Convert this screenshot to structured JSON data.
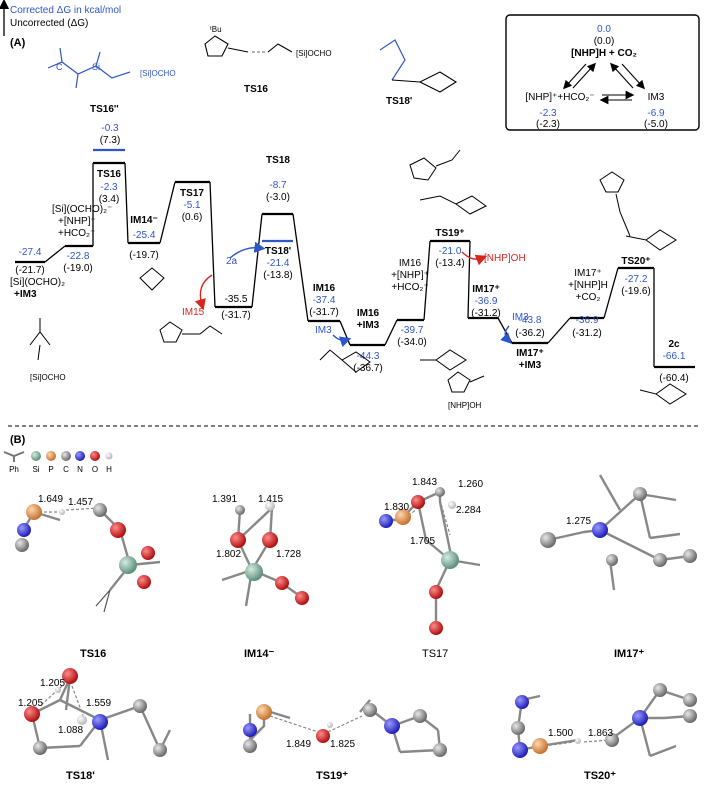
{
  "legend": {
    "corrected": "Corrected ΔG in kcal/mol",
    "uncorrected": "Uncorrected (ΔG)"
  },
  "panel_a_label": "(A)",
  "panel_b_label": "(B)",
  "inset": {
    "top_corr": "0.0",
    "top_unc": "(0.0)",
    "top_label": "[NHP]H + CO₂",
    "left_label": "[NHP]⁺+HCO₂⁻",
    "left_corr": "-2.3",
    "left_unc": "(-2.3)",
    "right_label": "IM3",
    "right_corr": "-6.9",
    "right_unc": "(-5.0)"
  },
  "top_struct_labels": {
    "ts16pp": "TS16''",
    "ts16": "TS16",
    "ts18p": "TS18'",
    "silabel": "[Si]OCHO",
    "silabel2": "[Si]OCHO"
  },
  "profile": {
    "ts16pp_corr": "-0.3",
    "ts16pp_unc": "(7.3)",
    "ts16_name": "TS16",
    "ts16_corr": "-2.3",
    "ts16_unc": "(3.4)",
    "ts17_name": "TS17",
    "ts17_corr": "-5.1",
    "ts17_unc": "(0.6)",
    "ts18_name": "TS18",
    "ts18_corr": "-8.7",
    "ts18_unc": "(-3.0)",
    "ts18p_name": "TS18'",
    "ts18p_corr": "-21.4",
    "ts18p_unc": "(-13.8)",
    "start_l1": "[Si](OCHO)₂",
    "start_l2": "+IM3",
    "start_corr": "-27.4",
    "start_unc": "(-21.7)",
    "im_a_l1": "[Si](OCHO)₂⁻",
    "im_a_l2": "+[NHP]⁺",
    "im_a_l3": "+HCO₂⁻",
    "im_a_corr": "-22.8",
    "im_a_unc": "(-19.0)",
    "im14_name": "IM14⁻",
    "im14_corr": "-25.4",
    "im14_unc": "(-19.7)",
    "low_corr": "-35.5",
    "low_unc": "(-31.7)",
    "im16_name": "IM16",
    "im16_corr": "-37.4",
    "im16_unc": "(-31.7)",
    "im16im3_l1": "IM16",
    "im16im3_l2": "+IM3",
    "im16im3_corr": "-44.3",
    "im16im3_unc": "(-36.7)",
    "im16b_l1": "IM16",
    "im16b_l2": "+[NHP]⁺",
    "im16b_l3": "+HCO₂⁻",
    "im16b_corr": "-39.7",
    "im16b_unc": "(-34.0)",
    "ts19_name": "TS19⁺",
    "ts19_corr": "-21.0",
    "ts19_unc": "(-13.4)",
    "im17_name": "IM17⁺",
    "im17_corr": "-36.9",
    "im17_unc": "(-31.2)",
    "im17im3_l1": "IM17⁺",
    "im17im3_l2": "+IM3",
    "im17im3_corr": "-43.8",
    "im17im3_unc": "(-36.2)",
    "im17b_l1": "IM17⁺",
    "im17b_l2": "+[NHP]H",
    "im17b_l3": "+CO₂",
    "im17b_corr": "-36.9",
    "im17b_unc": "(-31.2)",
    "ts20_name": "TS20⁺",
    "ts20_corr": "-27.2",
    "ts20_unc": "(-19.6)",
    "p2c_name": "2c",
    "p2c_corr": "-66.1",
    "p2c_unc": "(-60.4)"
  },
  "annotations": {
    "im15": "IM15",
    "a2": "2a",
    "nhpoh": "[NHP]OH",
    "im3_a": "IM3",
    "im3_b": "IM3",
    "tbu": "ᵗBu",
    "si_ocho": "[Si]OCHO",
    "nhpoh_struct": "[NHP]OH"
  },
  "atom_legend": {
    "ph": "Ph",
    "si": "Si",
    "p": "P",
    "c": "C",
    "n": "N",
    "o": "O",
    "h": "H"
  },
  "geometries": [
    {
      "name": "TS16",
      "d1": "1.649",
      "d2": "1.457"
    },
    {
      "name": "IM14⁻",
      "d1": "1.391",
      "d2": "1.415",
      "d3": "1.802",
      "d4": "1.728"
    },
    {
      "name": "TS17",
      "d1": "1.843",
      "d2": "1.260",
      "d3": "1.830",
      "d4": "2.284",
      "d5": "1.705"
    },
    {
      "name": "IM17⁺",
      "d1": "1.275"
    },
    {
      "name": "TS18'",
      "d1": "1.205",
      "d2": "1.205",
      "d3": "1.559",
      "d4": "1.088"
    },
    {
      "name": "TS19⁺",
      "d1": "1.849",
      "d2": "1.825"
    },
    {
      "name": "TS20⁺",
      "d1": "1.500",
      "d2": "1.863"
    }
  ],
  "colors": {
    "corrected": "#2f56c8",
    "uncorrected": "#000000",
    "highlight": "#d8261c",
    "si": "#6f9e8c",
    "p": "#d98a4a",
    "c": "#8c8c8c",
    "n": "#3a3ad8",
    "o": "#d52020",
    "h": "#e6e6e6"
  }
}
